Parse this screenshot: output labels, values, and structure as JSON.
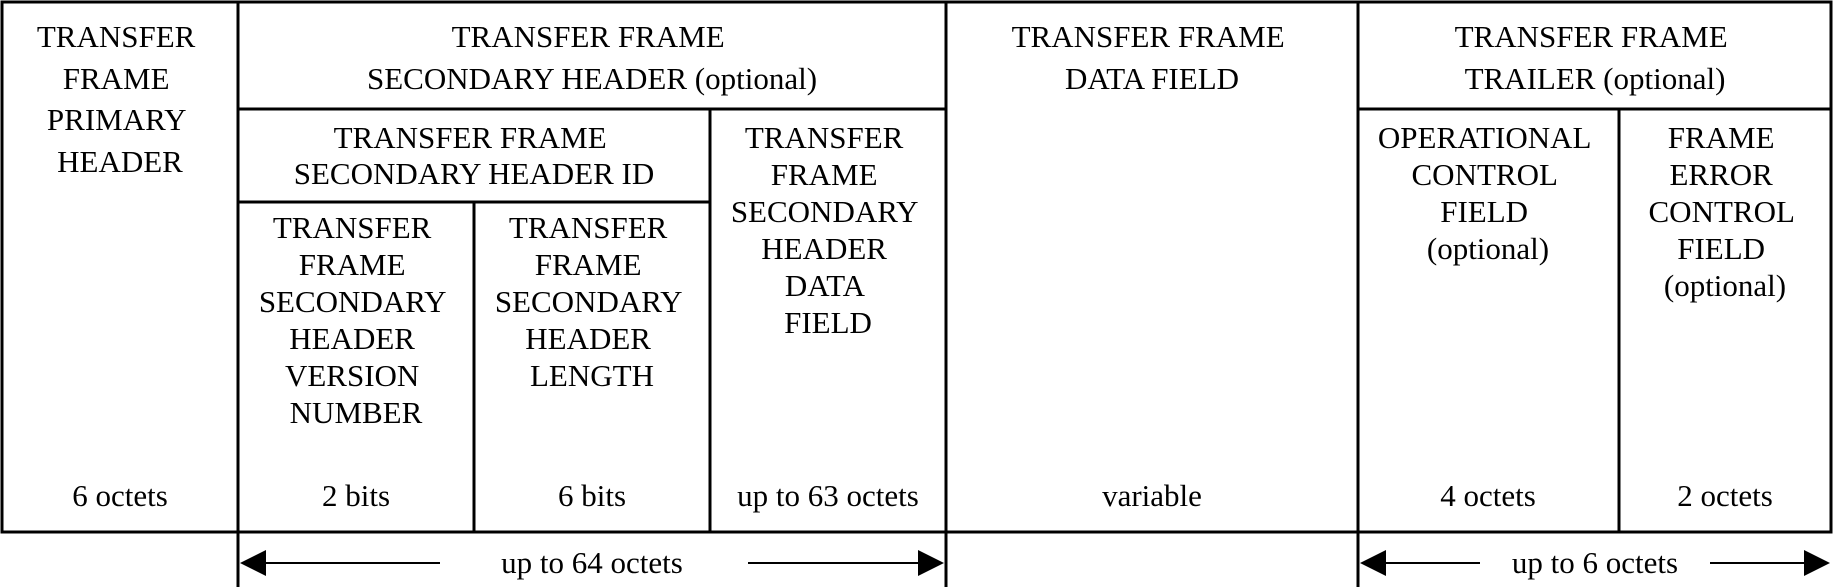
{
  "fields": {
    "primary_header": {
      "label_lines": [
        "TRANSFER",
        "FRAME",
        "PRIMARY",
        "HEADER"
      ],
      "size": "6 octets"
    },
    "secondary_header": {
      "label_lines": [
        "TRANSFER FRAME",
        "SECONDARY HEADER (optional)"
      ],
      "id": {
        "label_lines": [
          "TRANSFER FRAME",
          "SECONDARY HEADER ID"
        ],
        "version_number": {
          "label_lines": [
            "TRANSFER",
            "FRAME",
            "SECONDARY",
            "HEADER",
            "VERSION",
            "NUMBER"
          ],
          "size": "2 bits"
        },
        "length": {
          "label_lines": [
            "TRANSFER",
            "FRAME",
            "SECONDARY",
            "HEADER",
            "LENGTH"
          ],
          "size": "6 bits"
        }
      },
      "data_field": {
        "label_lines": [
          "TRANSFER",
          "FRAME",
          "SECONDARY",
          "HEADER",
          "DATA",
          "FIELD"
        ],
        "size": "up to 63 octets"
      }
    },
    "data_field": {
      "label_lines": [
        "TRANSFER FRAME",
        "DATA FIELD"
      ],
      "size": "variable"
    },
    "trailer": {
      "label_lines": [
        "TRANSFER FRAME",
        "TRAILER (optional)"
      ],
      "ocf": {
        "label_lines": [
          "OPERATIONAL",
          "CONTROL",
          "FIELD",
          "(optional)"
        ],
        "size": "4 octets"
      },
      "fecf": {
        "label_lines": [
          "FRAME",
          "ERROR",
          "CONTROL",
          "FIELD",
          "(optional)"
        ],
        "size": "2 octets"
      }
    }
  },
  "spans": {
    "secondary_header": "up to 64 octets",
    "trailer": "up to 6 octets"
  }
}
